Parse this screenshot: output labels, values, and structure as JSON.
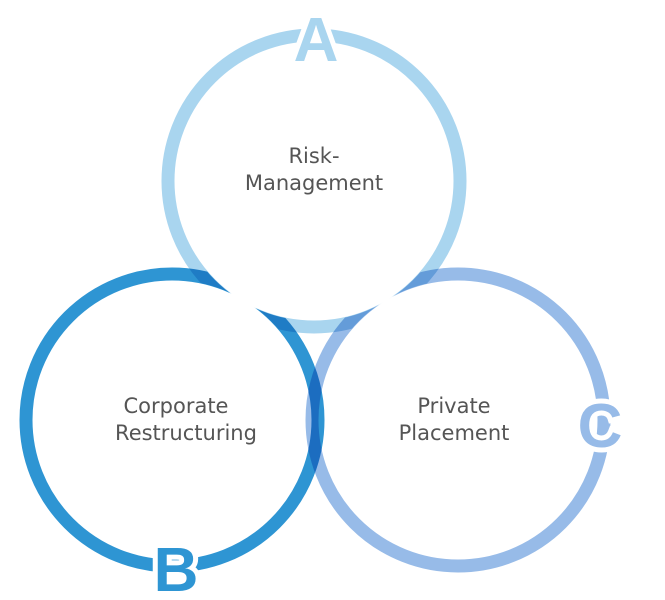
{
  "colors": {
    "a": "#a9d5ef",
    "b": "#2e95d3",
    "c": "#97bbe8"
  },
  "circles": {
    "a": {
      "letter": "A",
      "line1": "Risk-",
      "line2": "Management"
    },
    "b": {
      "letter": "B",
      "line1": "Corporate",
      "line2": "Restructuring"
    },
    "c": {
      "letter": "C",
      "line1": "Private",
      "line2": "Placement"
    }
  }
}
